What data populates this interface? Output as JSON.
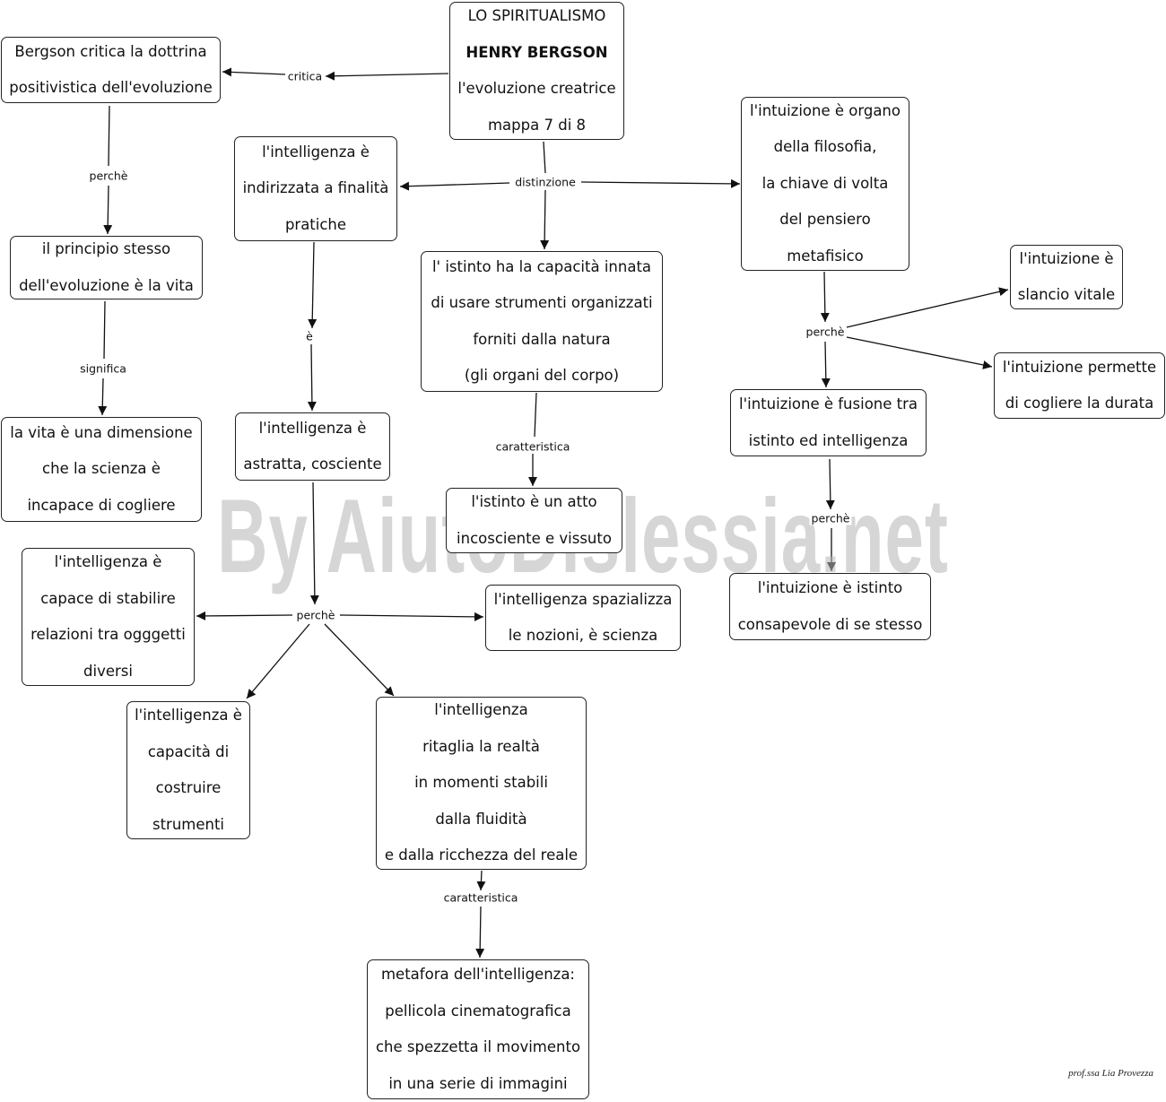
{
  "watermark": "By AiutoDislessia.net",
  "signature": "prof.ssa Lia Provezza",
  "nodes": {
    "title": [
      "LO SPIRITUALISMO",
      "HENRY BERGSON",
      "l'evoluzione creatrice",
      "mappa 7 di 8"
    ],
    "critica_dottrina": [
      "Bergson critica la dottrina",
      "positivistica dell'evoluzione"
    ],
    "principio_vita": [
      "il principio stesso",
      "dell'evoluzione è la vita"
    ],
    "vita_dimensione": [
      "la vita è una dimensione",
      "che la scienza è",
      "incapace di cogliere"
    ],
    "intell_pratiche": [
      "l'intelligenza è",
      "indirizzata a finalità",
      "pratiche"
    ],
    "intell_astratta": [
      "l'intelligenza è",
      "astratta, cosciente"
    ],
    "istinto_capacita": [
      "l' istinto ha la capacità innata",
      "di usare strumenti organizzati",
      "forniti dalla natura",
      "(gli organi del corpo)"
    ],
    "istinto_atto": [
      "l'istinto è un atto",
      "incosciente e vissuto"
    ],
    "intuizione_organo": [
      "l'intuizione è organo",
      "della filosofia,",
      "la chiave di volta",
      "del pensiero",
      "metafisico"
    ],
    "intuizione_slancio": [
      "l'intuizione è",
      "slancio vitale"
    ],
    "intuizione_durata": [
      "l'intuizione permette",
      "di cogliere la durata"
    ],
    "intuizione_fusione": [
      "l'intuizione è fusione tra",
      "istinto ed intelligenza"
    ],
    "intuizione_consapevole": [
      "l'intuizione è istinto",
      "consapevole di se stesso"
    ],
    "intell_relazioni": [
      "l'intelligenza è",
      "capace di stabilire",
      "relazioni tra ogggetti",
      "diversi"
    ],
    "intell_spazializza": [
      "l'intelligenza spazializza",
      "le nozioni, è scienza"
    ],
    "intell_strumenti": [
      "l'intelligenza è",
      "capacità di",
      "costruire",
      "strumenti"
    ],
    "intell_ritaglia": [
      "l'intelligenza",
      "ritaglia la realtà",
      "in momenti stabili",
      "dalla fluidità",
      "e dalla ricchezza del reale"
    ],
    "metafora": [
      "metafora dell'intelligenza:",
      "pellicola cinematografica",
      "che spezzetta il movimento",
      "in una serie di immagini"
    ]
  },
  "link_labels": {
    "critica": "critica",
    "perche_1": "perchè",
    "significa": "significa",
    "distinzione": "distinzione",
    "e": "è",
    "caratteristica_1": "caratteristica",
    "perche_2": "perchè",
    "perche_3": "perchè",
    "perche_4": "perchè",
    "caratteristica_2": "caratteristica"
  }
}
